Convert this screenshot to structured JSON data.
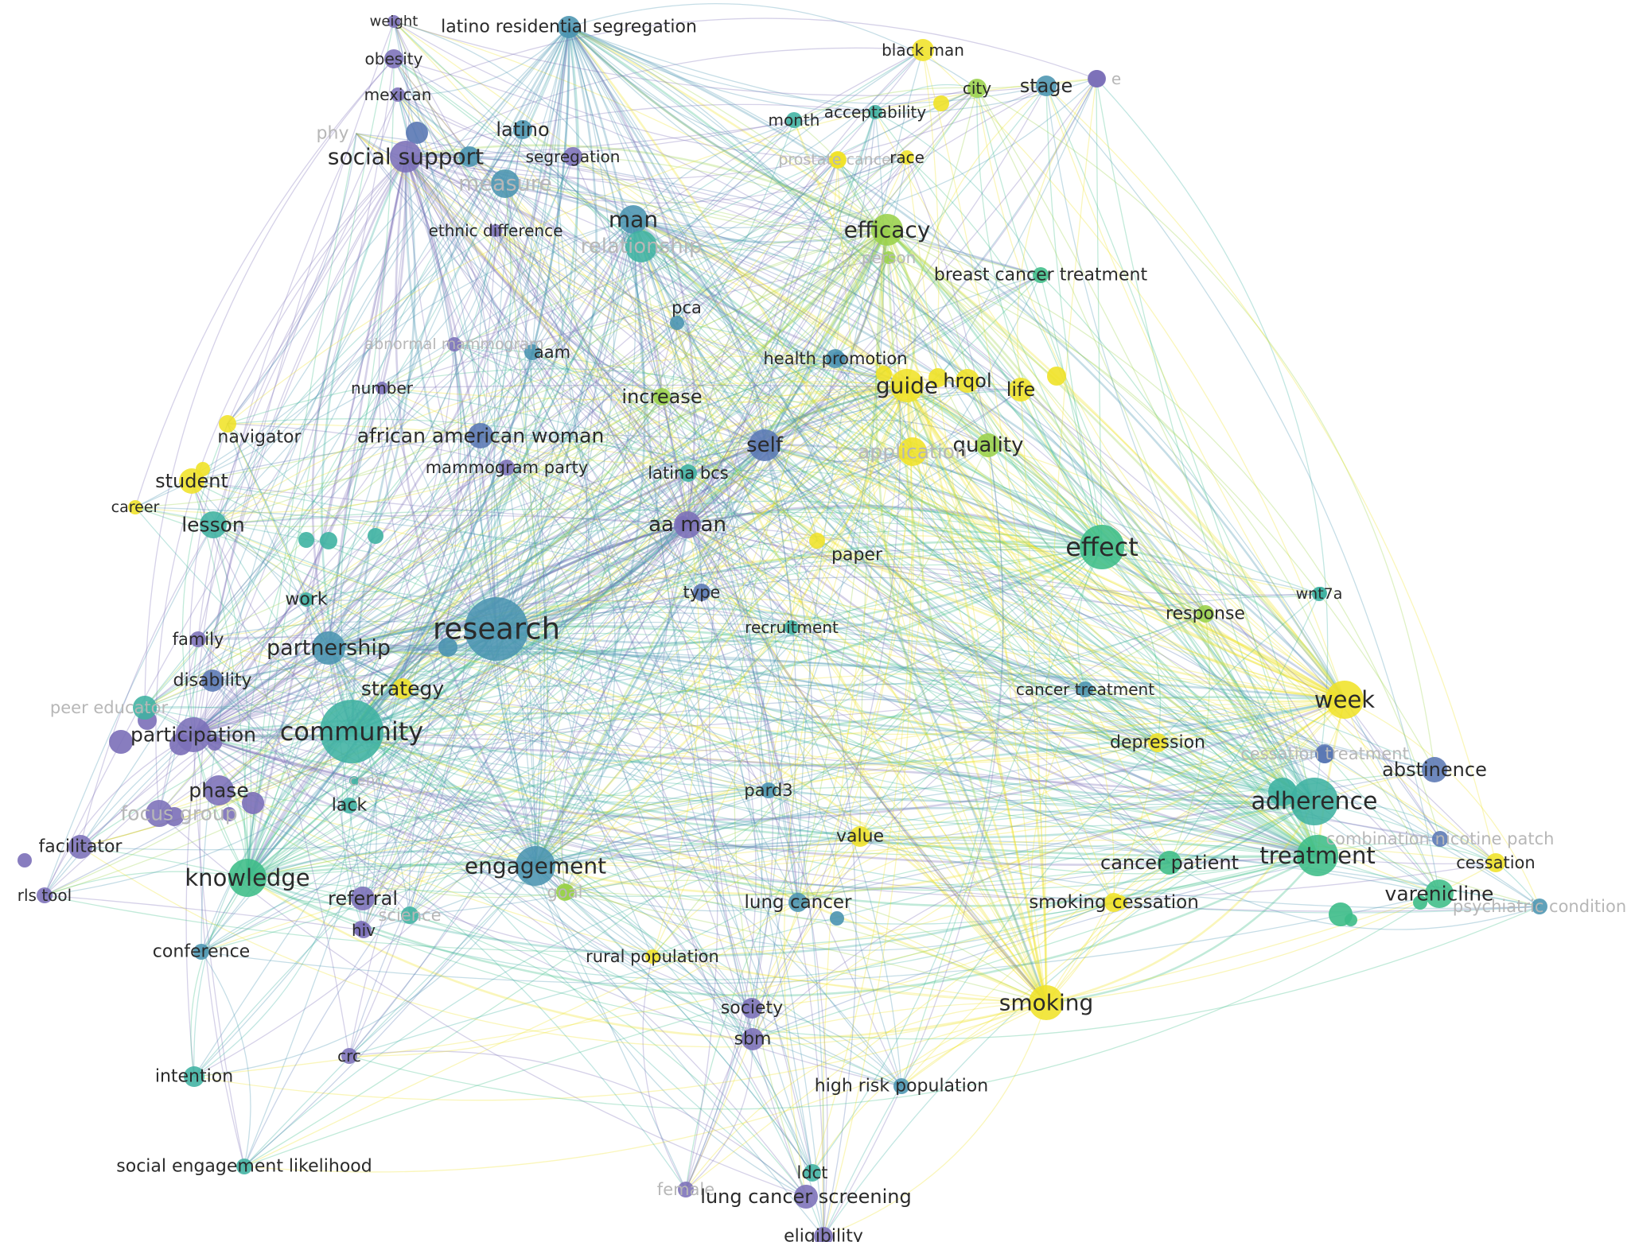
{
  "palette": {
    "purple": "#7b6fb8",
    "slate": "#5a78b4",
    "steel": "#4a94b0",
    "teal": "#3fb2a2",
    "green": "#3dbd88",
    "lime": "#9ad24a",
    "yellow": "#f0e228"
  },
  "nodes": [
    {
      "id": "weight",
      "label": "weight",
      "color": "purple"
    },
    {
      "id": "obesity",
      "label": "obesity",
      "color": "purple"
    },
    {
      "id": "mexican",
      "label": "mexican",
      "color": "purple"
    },
    {
      "id": "social_support",
      "label": "social support",
      "color": "purple"
    },
    {
      "id": "latino_res",
      "label": "latino residential segregation",
      "color": "steel"
    },
    {
      "id": "latino",
      "label": "latino",
      "color": "steel"
    },
    {
      "id": "segregation",
      "label": "segregation",
      "color": "purple"
    },
    {
      "id": "measure",
      "label": "measure",
      "color": "steel",
      "faded": true
    },
    {
      "id": "ethnic_diff",
      "label": "ethnic difference",
      "color": "purple"
    },
    {
      "id": "man",
      "label": "man",
      "color": "steel"
    },
    {
      "id": "relationship",
      "label": "relationship",
      "color": "teal",
      "faded": true
    },
    {
      "id": "phy",
      "label": "phy",
      "color": "slate",
      "faded": true
    },
    {
      "id": "black_man",
      "label": "black man",
      "color": "yellow"
    },
    {
      "id": "month",
      "label": "month",
      "color": "teal"
    },
    {
      "id": "acceptability",
      "label": "acceptability",
      "color": "teal"
    },
    {
      "id": "city",
      "label": "city",
      "color": "lime"
    },
    {
      "id": "stage",
      "label": "stage",
      "color": "steel"
    },
    {
      "id": "stage_e",
      "label": "e",
      "color": "purple",
      "faded": true
    },
    {
      "id": "prostate",
      "label": "prostate cancer",
      "color": "yellow",
      "faded": true
    },
    {
      "id": "race",
      "label": "race",
      "color": "yellow"
    },
    {
      "id": "efficacy",
      "label": "efficacy",
      "color": "lime"
    },
    {
      "id": "person",
      "label": "person",
      "color": "lime",
      "faded": true
    },
    {
      "id": "breast_tx",
      "label": "breast cancer treatment",
      "color": "green"
    },
    {
      "id": "pca",
      "label": "pca",
      "color": "steel"
    },
    {
      "id": "abnormal",
      "label": "abnormal mammogram",
      "color": "purple",
      "faded": true
    },
    {
      "id": "aam",
      "label": "aam",
      "color": "steel"
    },
    {
      "id": "health_promo",
      "label": "health promotion",
      "color": "steel"
    },
    {
      "id": "number",
      "label": "number",
      "color": "purple"
    },
    {
      "id": "increase",
      "label": "increase",
      "color": "lime"
    },
    {
      "id": "guide",
      "label": "guide",
      "color": "yellow"
    },
    {
      "id": "hrqol",
      "label": "hrqol",
      "color": "yellow"
    },
    {
      "id": "life",
      "label": "life",
      "color": "yellow"
    },
    {
      "id": "navigator",
      "label": "navigator",
      "color": "yellow"
    },
    {
      "id": "aa_woman",
      "label": "african american woman",
      "color": "slate"
    },
    {
      "id": "self",
      "label": "self",
      "color": "slate"
    },
    {
      "id": "quality",
      "label": "quality",
      "color": "lime"
    },
    {
      "id": "application",
      "label": "application",
      "color": "yellow",
      "faded": true
    },
    {
      "id": "mammo_party",
      "label": "mammogram party",
      "color": "purple"
    },
    {
      "id": "latina_bcs",
      "label": "latina bcs",
      "color": "teal"
    },
    {
      "id": "student",
      "label": "student",
      "color": "yellow"
    },
    {
      "id": "career",
      "label": "career",
      "color": "yellow"
    },
    {
      "id": "lesson",
      "label": "lesson",
      "color": "teal"
    },
    {
      "id": "aa_man",
      "label": "aa man",
      "color": "purple"
    },
    {
      "id": "effect",
      "label": "effect",
      "color": "green"
    },
    {
      "id": "paper",
      "label": "paper",
      "color": "yellow"
    },
    {
      "id": "type",
      "label": "type",
      "color": "slate"
    },
    {
      "id": "wnt7a",
      "label": "wnt7a",
      "color": "teal"
    },
    {
      "id": "response",
      "label": "response",
      "color": "lime"
    },
    {
      "id": "work",
      "label": "work",
      "color": "teal"
    },
    {
      "id": "research",
      "label": "research",
      "color": "steel"
    },
    {
      "id": "recruitment",
      "label": "recruitment",
      "color": "teal"
    },
    {
      "id": "family",
      "label": "family",
      "color": "purple"
    },
    {
      "id": "partnership",
      "label": "partnership",
      "color": "steel"
    },
    {
      "id": "disability",
      "label": "disability",
      "color": "slate"
    },
    {
      "id": "strategy",
      "label": "strategy",
      "color": "yellow"
    },
    {
      "id": "cancer_tx",
      "label": "cancer treatment",
      "color": "steel"
    },
    {
      "id": "week",
      "label": "week",
      "color": "yellow"
    },
    {
      "id": "peer_educator",
      "label": "peer educator",
      "color": "teal",
      "faded": true
    },
    {
      "id": "participation",
      "label": "participation",
      "color": "purple"
    },
    {
      "id": "community",
      "label": "community",
      "color": "teal"
    },
    {
      "id": "depression",
      "label": "depression",
      "color": "yellow"
    },
    {
      "id": "cessation_tx",
      "label": "cessation treatment",
      "color": "slate",
      "faded": true
    },
    {
      "id": "abstinence",
      "label": "abstinence",
      "color": "slate"
    },
    {
      "id": "cenc",
      "label": "cenc",
      "color": "teal",
      "faded": true
    },
    {
      "id": "phase",
      "label": "phase",
      "color": "purple"
    },
    {
      "id": "focus_group",
      "label": "focus group",
      "color": "purple",
      "faded": true
    },
    {
      "id": "lack",
      "label": "lack",
      "color": "teal"
    },
    {
      "id": "pard3",
      "label": "pard3",
      "color": "steel"
    },
    {
      "id": "adherence",
      "label": "adherence",
      "color": "teal"
    },
    {
      "id": "facilitator",
      "label": "facilitator",
      "color": "purple"
    },
    {
      "id": "value",
      "label": "value",
      "color": "yellow"
    },
    {
      "id": "nicotine_patch",
      "label": "combination nicotine patch",
      "color": "slate",
      "faded": true
    },
    {
      "id": "cessation",
      "label": "cessation",
      "color": "yellow"
    },
    {
      "id": "rls_tool",
      "label": "rls tool",
      "color": "purple"
    },
    {
      "id": "knowledge",
      "label": "knowledge",
      "color": "green"
    },
    {
      "id": "engagement",
      "label": "engagement",
      "color": "steel"
    },
    {
      "id": "cancer_patient",
      "label": "cancer patient",
      "color": "green"
    },
    {
      "id": "treatment",
      "label": "treatment",
      "color": "green"
    },
    {
      "id": "referral",
      "label": "referral",
      "color": "purple"
    },
    {
      "id": "goal",
      "label": "goal",
      "color": "lime",
      "faded": true
    },
    {
      "id": "lung_cancer",
      "label": "lung cancer",
      "color": "steel"
    },
    {
      "id": "varenicline",
      "label": "varenicline",
      "color": "green"
    },
    {
      "id": "smoking_cessation",
      "label": "smoking cessation",
      "color": "yellow"
    },
    {
      "id": "psychiatric",
      "label": "psychiatric condition",
      "color": "steel",
      "faded": true
    },
    {
      "id": "hiv",
      "label": "hiv",
      "color": "purple"
    },
    {
      "id": "science",
      "label": "science",
      "color": "teal",
      "faded": true
    },
    {
      "id": "conference",
      "label": "conference",
      "color": "steel"
    },
    {
      "id": "rural_pop",
      "label": "rural population",
      "color": "yellow"
    },
    {
      "id": "society",
      "label": "society",
      "color": "purple"
    },
    {
      "id": "smoking",
      "label": "smoking",
      "color": "yellow"
    },
    {
      "id": "sbm",
      "label": "sbm",
      "color": "purple"
    },
    {
      "id": "crc",
      "label": "crc",
      "color": "purple"
    },
    {
      "id": "intention",
      "label": "intention",
      "color": "teal"
    },
    {
      "id": "high_risk",
      "label": "high risk population",
      "color": "steel"
    },
    {
      "id": "social_engagement",
      "label": "social engagement likelihood",
      "color": "teal"
    },
    {
      "id": "ldct",
      "label": "ldct",
      "color": "teal"
    },
    {
      "id": "female",
      "label": "female",
      "color": "purple",
      "faded": true
    },
    {
      "id": "lung_screening",
      "label": "lung cancer screening",
      "color": "purple"
    },
    {
      "id": "eligibility",
      "label": "eligibility",
      "color": "purple"
    }
  ]
}
